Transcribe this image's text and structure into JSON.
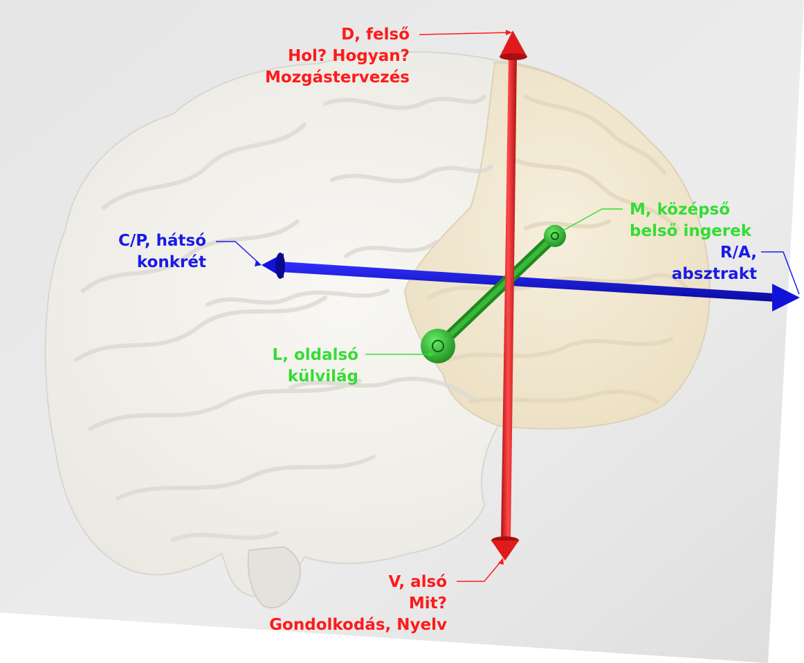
{
  "labels": {
    "dorsal": {
      "line1": "D, felső",
      "line2": "Hol? Hogyan?",
      "line3": "Mozgástervezés"
    },
    "ventral": {
      "line1": "V, alsó",
      "line2": "Mit?",
      "line3": "Gondolkodás, Nyelv"
    },
    "caudal": {
      "line1": "C/P, hátsó",
      "line2": "konkrét"
    },
    "rostral": {
      "line1": "R/A,",
      "line2": "absztrakt"
    },
    "medial": {
      "line1": "M, középső",
      "line2": "belső ingerek"
    },
    "lateral": {
      "line1": "L, oldalsó",
      "line2": "külvilág"
    }
  },
  "colors": {
    "vertical_axis": "#e02020",
    "horizontal_axis": "#1010d0",
    "depth_axis": "#2ea82e",
    "brain": "#f4f2ec",
    "frontal_lobe": "#f3ead6",
    "background_plane": "#e8e8e8"
  }
}
